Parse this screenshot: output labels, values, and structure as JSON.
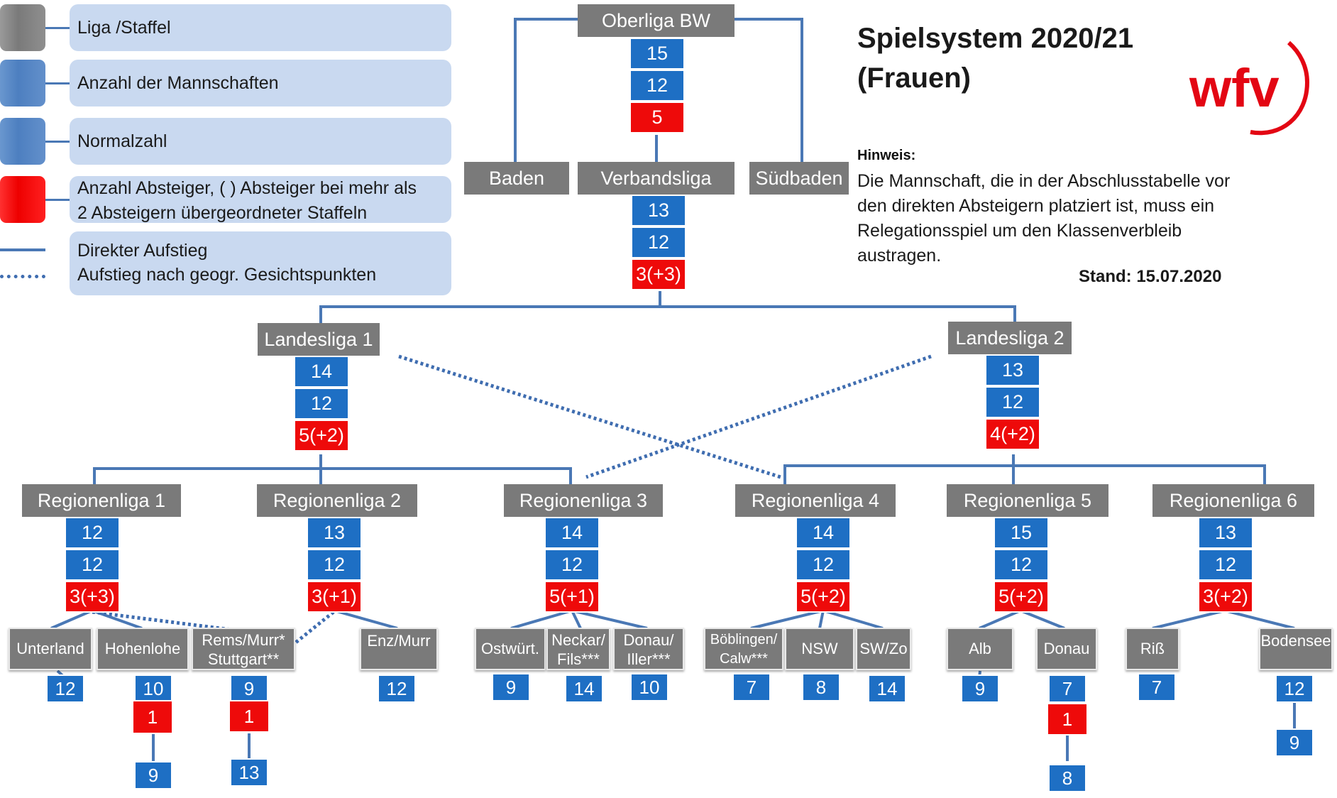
{
  "legend": {
    "league": "Liga /Staffel",
    "teams": "Anzahl der Mannschaften",
    "normal": "Normalzahl",
    "relegated_1": "Anzahl Absteiger, ( ) Absteiger bei mehr als",
    "relegated_2": "2 Absteigern übergeordneter Staffeln",
    "direct": "Direkter Aufstieg",
    "geo": "Aufstieg nach geogr. Gesichtspunkten"
  },
  "title_line1": "Spielsystem 2020/21",
  "title_line2": "(Frauen)",
  "logo_text": "wfv",
  "hint": {
    "heading": "Hinweis:",
    "line1": "Die Mannschaft, die in der Abschlusstabelle vor",
    "line2": "den direkten Absteigern platziert ist, muss ein",
    "line3": "Relegationsspiel um den Klassenverbleib",
    "line4": "austragen."
  },
  "stand": "Stand: 15.07.2020",
  "colors": {
    "league_gray": "#7a7a7a",
    "blue": "#1e6fc4",
    "red": "#ee0a0a",
    "line": "#4a78b5",
    "logo_red": "#e30613"
  },
  "leagues": {
    "oberliga": {
      "name": "Oberliga BW",
      "teams": "15",
      "normal": "12",
      "relegated": "5"
    },
    "baden": {
      "name": "Baden"
    },
    "verbandsliga": {
      "name": "Verbandsliga",
      "teams": "13",
      "normal": "12",
      "relegated": "3(+3)"
    },
    "suedbaden": {
      "name": "Südbaden"
    },
    "landesliga1": {
      "name": "Landesliga 1",
      "teams": "14",
      "normal": "12",
      "relegated": "5(+2)"
    },
    "landesliga2": {
      "name": "Landesliga 2",
      "teams": "13",
      "normal": "12",
      "relegated": "4(+2)"
    },
    "regionenliga1": {
      "name": "Regionenliga 1",
      "teams": "12",
      "normal": "12",
      "relegated": "3(+3)"
    },
    "regionenliga2": {
      "name": "Regionenliga 2",
      "teams": "13",
      "normal": "12",
      "relegated": "3(+1)"
    },
    "regionenliga3": {
      "name": "Regionenliga 3",
      "teams": "14",
      "normal": "12",
      "relegated": "5(+1)"
    },
    "regionenliga4": {
      "name": "Regionenliga 4",
      "teams": "14",
      "normal": "12",
      "relegated": "5(+2)"
    },
    "regionenliga5": {
      "name": "Regionenliga 5",
      "teams": "15",
      "normal": "12",
      "relegated": "5(+2)"
    },
    "regionenliga6": {
      "name": "Regionenliga 6",
      "teams": "13",
      "normal": "12",
      "relegated": "3(+2)"
    }
  },
  "groups": {
    "unterland": {
      "name": "Unterland",
      "teams": "12"
    },
    "hohenlohe": {
      "name": "Hohenlohe",
      "teams": "10",
      "relegated": "1",
      "below": "9"
    },
    "remsmurr": {
      "name1": "Rems/Murr*",
      "name2": "Stuttgart**",
      "teams": "9",
      "relegated": "1",
      "below": "13"
    },
    "enzmurr": {
      "name": "Enz/Murr",
      "teams": "12"
    },
    "ostwuert": {
      "name": "Ostwürt.",
      "teams": "9"
    },
    "neckarfils": {
      "name1": "Neckar/",
      "name2": "Fils***",
      "teams": "14"
    },
    "donauiller": {
      "name1": "Donau/",
      "name2": "Iller***",
      "teams": "10"
    },
    "boeblingen": {
      "name1": "Böblingen/",
      "name2": "Calw***",
      "teams": "7"
    },
    "nsw": {
      "name": "NSW",
      "teams": "8"
    },
    "swzo": {
      "name": "SW/Zo",
      "teams": "14"
    },
    "alb": {
      "name": "Alb",
      "teams": "9"
    },
    "donau": {
      "name": "Donau",
      "teams": "7",
      "relegated": "1",
      "below": "8"
    },
    "riss": {
      "name": "Riß",
      "teams": "7"
    },
    "bodensee": {
      "name": "Bodensee",
      "teams": "12",
      "below": "9"
    }
  }
}
